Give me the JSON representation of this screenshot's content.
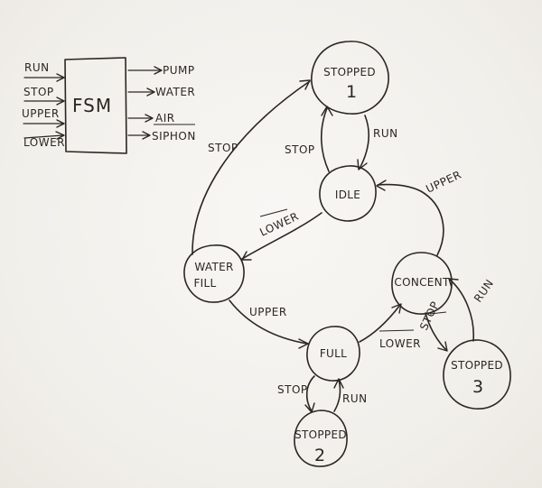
{
  "block": {
    "title": "FSM",
    "inputs": [
      "RUN",
      "STOP",
      "UPPER",
      "LOWER"
    ],
    "outputs": [
      "PUMP",
      "WATER",
      "AIR",
      "SIPHON"
    ]
  },
  "states": {
    "stopped1": {
      "name": "STOPPED",
      "num": "1"
    },
    "idle": {
      "name": "IDLE"
    },
    "waterfill": {
      "line1": "WATER",
      "line2": "FILL"
    },
    "full": {
      "name": "FULL"
    },
    "concent": {
      "name": "CONCENT"
    },
    "stopped2": {
      "name": "STOPPED",
      "num": "2"
    },
    "stopped3": {
      "name": "STOPPED",
      "num": "3"
    }
  },
  "transitions": {
    "waterfill_to_stopped1": "STOP",
    "idle_to_stopped1": "STOP",
    "stopped1_to_idle": "RUN",
    "idle_to_waterfill": "LOWER",
    "concent_to_idle": "UPPER",
    "waterfill_to_full": "UPPER",
    "full_to_concent": "LOWER",
    "full_to_stopped2": "STOP",
    "stopped2_to_full": "RUN",
    "concent_to_stopped3": "STOP",
    "stopped3_to_concent": "RUN"
  }
}
